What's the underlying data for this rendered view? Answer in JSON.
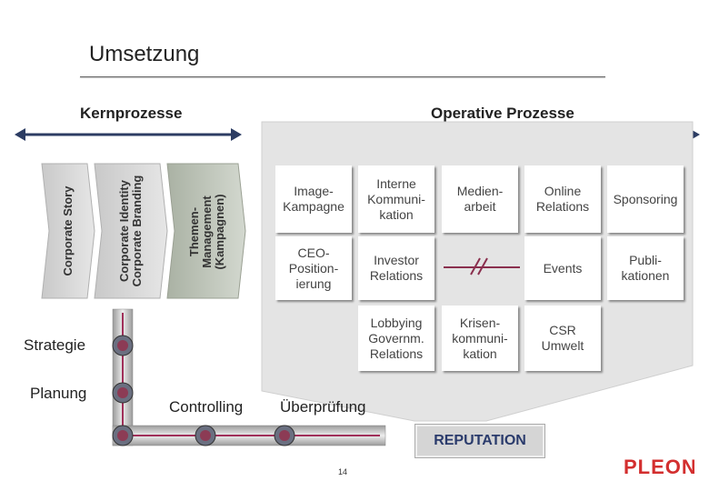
{
  "title": "Umsetzung",
  "headings": {
    "kern": "Kernprozesse",
    "operativ": "Operative Prozesse"
  },
  "chevrons": [
    "Corporate Story",
    "Corporate Identity\nCorporate Branding",
    "Themen-\nManagement\n(Kampagnen)"
  ],
  "cells": {
    "image_kampagne": "Image-\nKampagne",
    "interne_kommunikation": "Interne\nKommuni-\nkation",
    "medienarbeit": "Medien-\narbeit",
    "online_relations": "Online\nRelations",
    "sponsoring": "Sponsoring",
    "ceo_positionierung": "CEO-\nPosition-\nierung",
    "investor_relations": "Investor\nRelations",
    "events": "Events",
    "publikationen": "Publi-\nkationen",
    "lobbying": "Lobbying\nGovernm.\nRelations",
    "krisenkommunikation": "Krisen-\nkommuni-\nkation",
    "csr_umwelt": "CSR\nUmwelt"
  },
  "labels": {
    "strategie": "Strategie",
    "planung": "Planung",
    "controlling": "Controlling",
    "ueberpruefung": "Überprüfung"
  },
  "reputation": "REPUTATION",
  "logo": "PLEON",
  "page_number": "14",
  "colors": {
    "dot": "#8c3b55",
    "rail": "#c3c3c3",
    "panel": "#e3e3e3",
    "chevron_dark": "#bcc3b5"
  }
}
